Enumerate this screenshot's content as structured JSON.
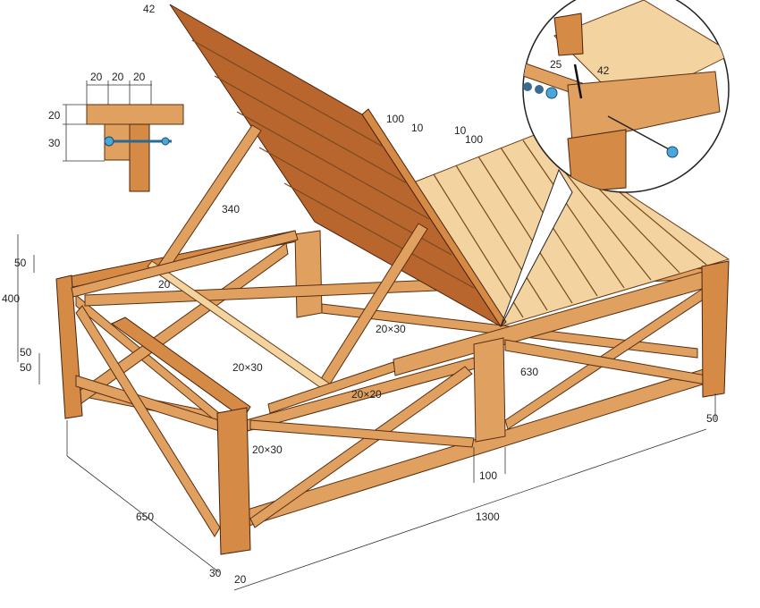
{
  "title_hidden": "",
  "colors": {
    "wood": "#e0a060",
    "wood_dark": "#b8652e",
    "wood_light": "#f3d3a0",
    "bolt": "#4aa8d8"
  },
  "inset_detail": {
    "top_dims": [
      "20",
      "20",
      "20"
    ],
    "side_dims": [
      "20",
      "30"
    ]
  },
  "backrest": {
    "top_thickness": "42",
    "strut_length": "340",
    "slat_width": "100",
    "slat_gap": "10"
  },
  "seat": {
    "slat_gap": "10",
    "slat_width": "100"
  },
  "joint_detail": {
    "notch_depth": "25",
    "notch_width": "42"
  },
  "left_dims": {
    "top_rail": "50",
    "height": "400",
    "lower_rail_a": "50",
    "lower_rail_b": "50"
  },
  "members": {
    "strut_bar": "20",
    "strut_a": "20×30",
    "strut_b": "20×30",
    "rack": "20×20",
    "brace": "20×30",
    "mid_post": "630"
  },
  "bottom_dims": {
    "post_right": "50",
    "post_mid": "100",
    "width": "650",
    "length": "1300",
    "post_a": "30",
    "post_b": "20"
  }
}
